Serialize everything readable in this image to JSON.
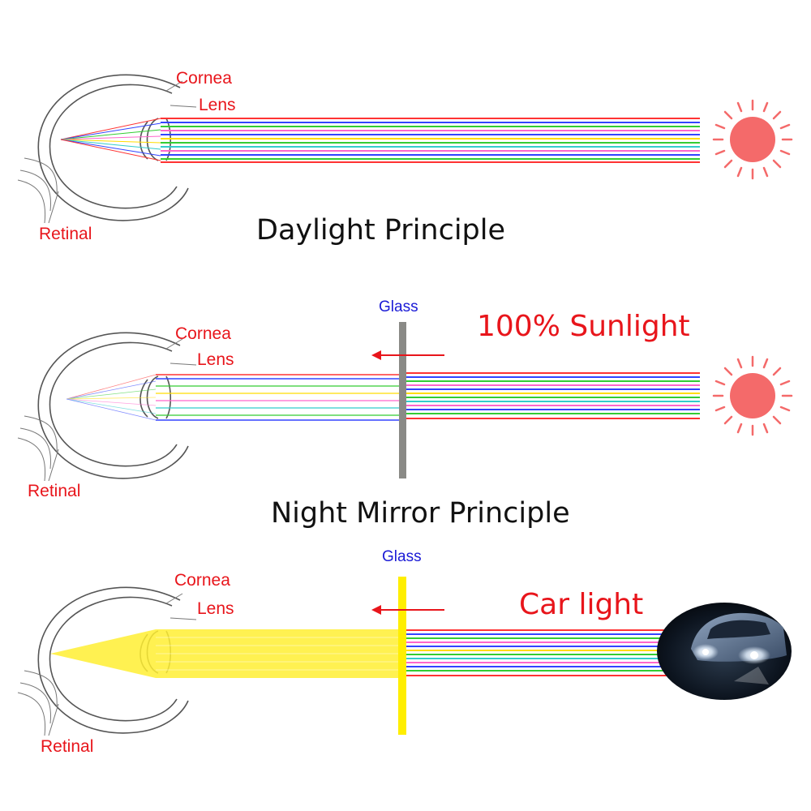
{
  "colors": {
    "label_red": "#e8151b",
    "glass_label_blue": "#1a1ad6",
    "sun": "#f46a6a",
    "glass_gray": "#8a8a86",
    "glass_yellow": "#ffee00",
    "focused_yellow": "#ffee33",
    "ray_colors": [
      "#ff3333",
      "#3344ff",
      "#33cc33",
      "#ff66cc",
      "#ffdd00",
      "#33cccc"
    ]
  },
  "panels": [
    {
      "id": "daylight",
      "title": "Daylight Principle",
      "labels": {
        "cornea": "Cornea",
        "lens": "Lens",
        "retinal": "Retinal"
      },
      "source_icon": "sun-icon"
    },
    {
      "id": "night_mirror",
      "title": "Night Mirror Principle",
      "labels": {
        "cornea": "Cornea",
        "lens": "Lens",
        "retinal": "Retinal",
        "glass": "Glass"
      },
      "source_caption": "100% Sunlight",
      "source_icon": "sun-icon",
      "glass_style": "gray"
    },
    {
      "id": "car_light",
      "labels": {
        "cornea": "Cornea",
        "lens": "Lens",
        "retinal": "Retinal",
        "glass": "Glass"
      },
      "source_caption": "Car light",
      "source_icon": "car-headlights-icon",
      "glass_style": "yellow"
    }
  ]
}
